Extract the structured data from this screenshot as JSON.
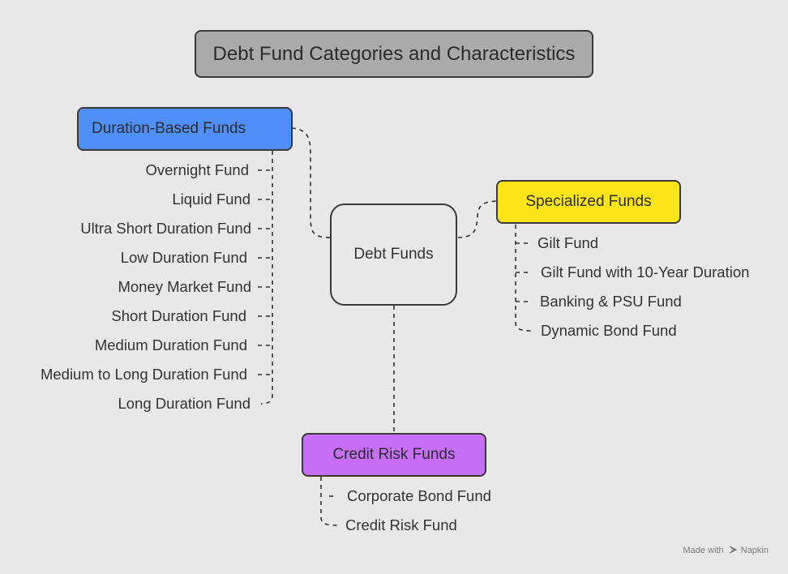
{
  "title": "Debt Fund Categories and Characteristics",
  "center": {
    "label": "Debt Funds"
  },
  "branches": {
    "duration": {
      "label": "Duration-Based Funds",
      "color": "#4f8ff7",
      "items": [
        "Overnight Fund",
        "Liquid Fund",
        "Ultra Short Duration Fund",
        "Low Duration Fund",
        "Money Market Fund",
        "Short Duration Fund",
        "Medium Duration Fund",
        "Medium to Long Duration Fund",
        "Long Duration Fund"
      ]
    },
    "specialized": {
      "label": "Specialized Funds",
      "color": "#fce516",
      "items": [
        "Gilt Fund",
        "Gilt Fund with 10-Year Duration",
        "Banking & PSU Fund",
        "Dynamic Bond Fund"
      ]
    },
    "credit": {
      "label": "Credit Risk Funds",
      "color": "#c76ef7",
      "items": [
        "Corporate Bond Fund",
        "Credit Risk Fund"
      ]
    }
  },
  "watermark": {
    "prefix": "Made with",
    "brand": "Napkin",
    "icon": "napkin-logo-icon"
  }
}
